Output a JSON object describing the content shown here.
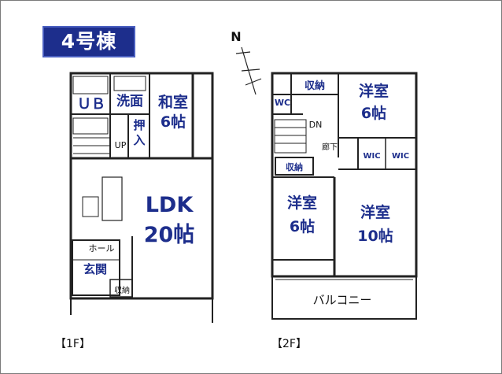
{
  "title": "4号棟",
  "compass": "N",
  "floors": [
    {
      "label": "【1F】",
      "rooms": [
        {
          "id": "ub",
          "text": "ＵＢ"
        },
        {
          "id": "senmen",
          "text": "洗面"
        },
        {
          "id": "washitsu",
          "text": "和室\n6帖"
        },
        {
          "id": "oshiire",
          "text": "押\n入"
        },
        {
          "id": "ldk",
          "text": "LDK\n20帖"
        },
        {
          "id": "genkan",
          "text": "玄関"
        }
      ],
      "small_labels": [
        {
          "id": "up",
          "text": "UP"
        },
        {
          "id": "hall",
          "text": "ホール"
        },
        {
          "id": "shuno",
          "text": "収納"
        }
      ]
    },
    {
      "label": "【2F】",
      "rooms": [
        {
          "id": "shuno-top",
          "text": "収納"
        },
        {
          "id": "wc",
          "text": "WC"
        },
        {
          "id": "yoshitsu-ne",
          "text": "洋室\n6帖"
        },
        {
          "id": "yoshitsu-w",
          "text": "洋室\n6帖"
        },
        {
          "id": "yoshitsu-e",
          "text": "洋室\n10帖"
        },
        {
          "id": "wic1",
          "text": "WIC"
        },
        {
          "id": "wic2",
          "text": "WIC"
        },
        {
          "id": "shuno-mid",
          "text": "収納"
        },
        {
          "id": "balcony",
          "text": "バルコニー"
        }
      ],
      "small_labels": [
        {
          "id": "dn",
          "text": "DN"
        },
        {
          "id": "roka",
          "text": "廊下"
        }
      ]
    }
  ]
}
